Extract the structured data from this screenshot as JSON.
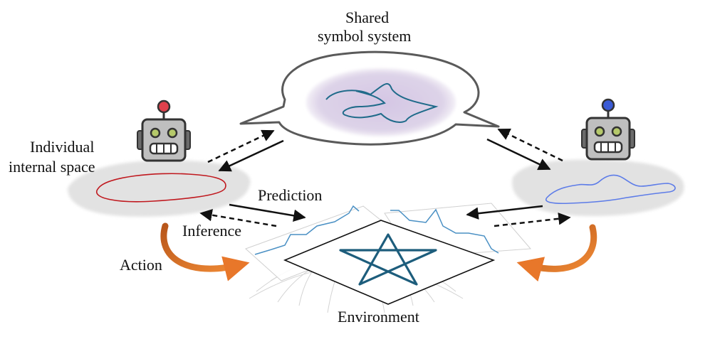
{
  "labels": {
    "shared_symbol_system": "Shared\nsymbol system",
    "shared_line1": "Shared",
    "shared_line2": "symbol system",
    "individual_line1": "Individual",
    "individual_line2": "internal space",
    "prediction": "Prediction",
    "inference": "Inference",
    "action": "Action",
    "environment": "Environment"
  },
  "icons": {
    "left_robot": "robot-icon",
    "right_robot": "robot-icon",
    "speech_bubble": "speech-bubble",
    "environment_plane": "grid-plane"
  },
  "colors": {
    "left_robot_antenna": "#e0414c",
    "right_robot_antenna": "#3b5bd6",
    "left_internal_curve": "#c0181e",
    "right_internal_curve": "#5d7ce8",
    "symbol_curve": "#1f6b8a",
    "environment_star": "#1d5d7c",
    "action_arrow": "#e2792b",
    "internal_space_fill": "#e6e6e6",
    "bubble_fill": "#ddd3e8"
  }
}
